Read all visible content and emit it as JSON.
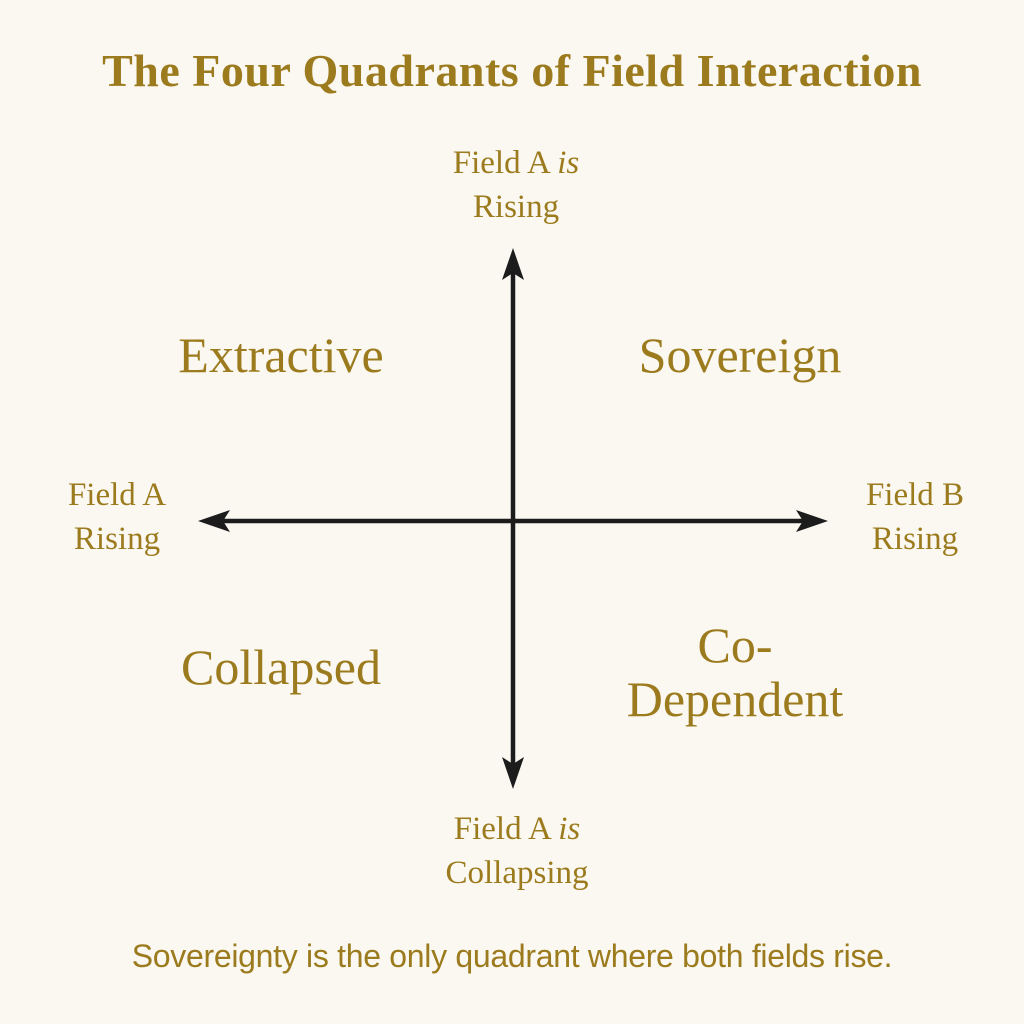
{
  "title": "The Four Quadrants of Field Interaction",
  "colors": {
    "background": "#faf8f0",
    "text_gold": "#9c7b1e",
    "axis_black": "#1c1c1c"
  },
  "axis_labels": {
    "top": {
      "line1_normal": "Field A ",
      "line1_italic": "is",
      "line2": "Rising"
    },
    "bottom": {
      "line1_normal": "Field A ",
      "line1_italic": "is",
      "line2": "Collapsing"
    },
    "left": {
      "line1": "Field A",
      "line2": "Rising"
    },
    "right": {
      "line1": "Field B",
      "line2": "Rising"
    }
  },
  "quadrants": {
    "top_left": "Extractive",
    "top_right": "Sovereign",
    "bottom_left": "Collapsed",
    "bottom_right": {
      "line1": "Co-",
      "line2": "Dependent"
    }
  },
  "caption": "Sovereignty is the only quadrant where both fields rise."
}
